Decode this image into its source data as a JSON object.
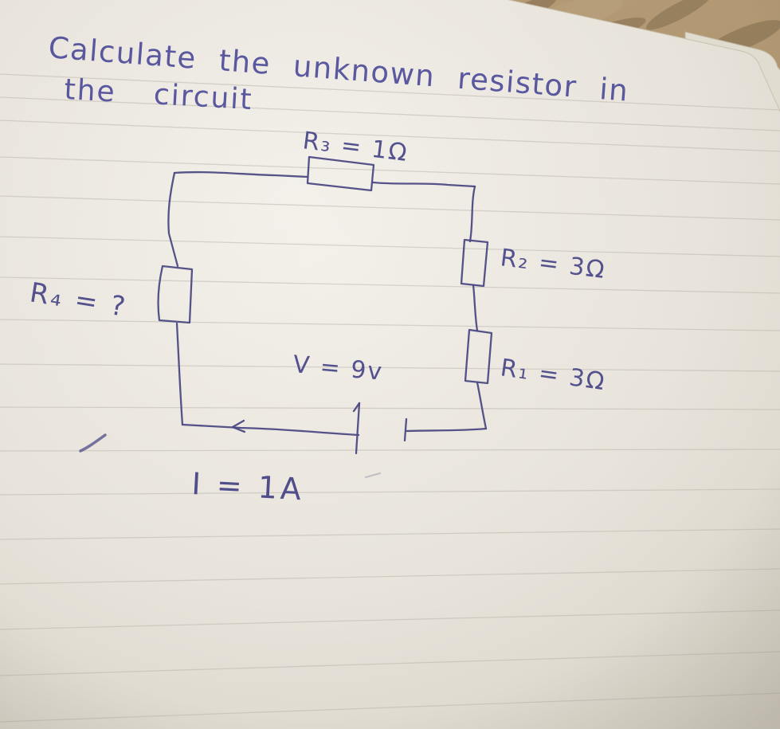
{
  "photo": {
    "description": "handwritten physics problem on lined notebook paper",
    "title": {
      "line1": "Calculate the unknown resistor in",
      "line2": "the circuit"
    },
    "circuit": {
      "r3_label": "R₃ = 1Ω",
      "r2_label": "R₂ = 3Ω",
      "r1_label": "R₁ = 3Ω",
      "r4_label": "R₄ = ?",
      "voltage_label": "V = 9v",
      "current_label": "I = 1A"
    },
    "colors": {
      "ink": "#55538f",
      "wire_ink": "#4c4a84",
      "paper": "#efebe3",
      "ruled_line": "#c3bfb6",
      "table_wood": "#ab9270"
    }
  }
}
